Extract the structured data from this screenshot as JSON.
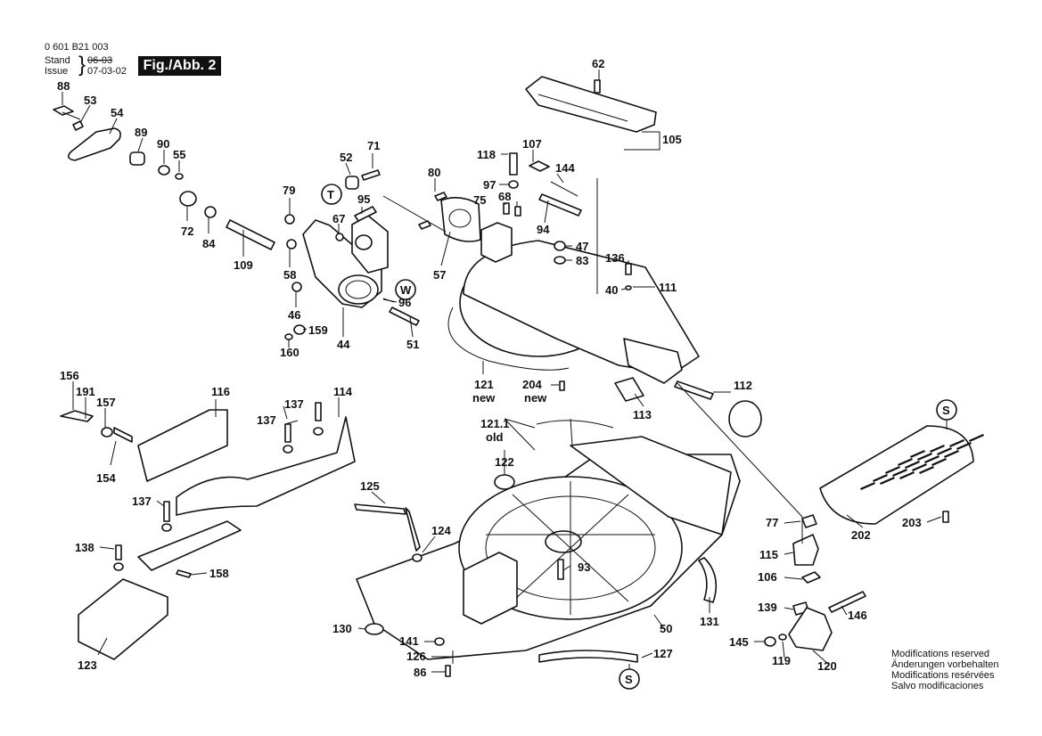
{
  "header": {
    "doc_number": "0 601 B21 003",
    "stand_label": "Stand",
    "stand_value": "06-03",
    "issue_label": "Issue",
    "issue_value": "07-03-02",
    "figure_badge": "Fig./Abb. 2"
  },
  "callouts": {
    "c88": "88",
    "c53": "53",
    "c54": "54",
    "c89": "89",
    "c90": "90",
    "c55": "55",
    "c72": "72",
    "c84": "84",
    "c109": "109",
    "c79": "79",
    "c52": "52",
    "c71": "71",
    "c95": "95",
    "c67": "67",
    "c58": "58",
    "c46": "46",
    "c159": "159",
    "c160": "160",
    "c44": "44",
    "c51": "51",
    "c96": "96",
    "c80": "80",
    "c118": "118",
    "c107": "107",
    "c144": "144",
    "c97": "97",
    "c75": "75",
    "c68": "68",
    "c94": "94",
    "c47": "47",
    "c83": "83",
    "c136": "136",
    "c40": "40",
    "c111": "111",
    "c57": "57",
    "c62": "62",
    "c105": "105",
    "c121": "121",
    "c121_sub": "new",
    "c204": "204",
    "c204_sub": "new",
    "c113": "113",
    "c112": "112",
    "c121_1": "121.1",
    "c121_1_sub": "old",
    "c122": "122",
    "c125": "125",
    "c124": "124",
    "c93": "93",
    "c130": "130",
    "c141": "141",
    "c126": "126",
    "c86": "86",
    "c127": "127",
    "c50": "50",
    "c131": "131",
    "c156": "156",
    "c191": "191",
    "c157": "157",
    "c154": "154",
    "c116": "116",
    "c137a": "137",
    "c137b": "137",
    "c114": "114",
    "c137c": "137",
    "c138": "138",
    "c158": "158",
    "c123": "123",
    "c202": "202",
    "c203": "203",
    "c77": "77",
    "c115": "115",
    "c106": "106",
    "c139": "139",
    "c146": "146",
    "c145": "145",
    "c119": "119",
    "c120": "120"
  },
  "markers": {
    "T": "T",
    "W": "W",
    "S_top": "S",
    "S_bottom": "S"
  },
  "notes": {
    "en": "Modifications reserved",
    "de": "Änderungen vorbehalten",
    "fr": "Modifications resérvées",
    "es": "Salvo modificaciones"
  }
}
